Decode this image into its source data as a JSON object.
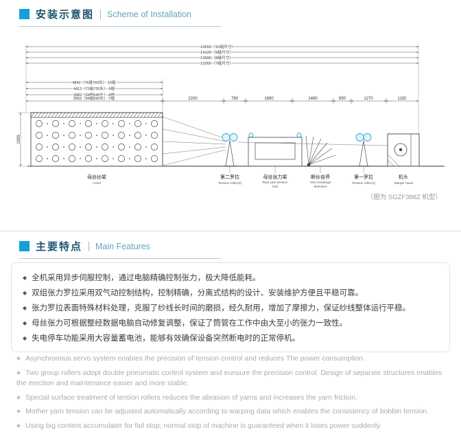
{
  "section_installation": {
    "title_cn": "安装示意图",
    "title_en": "Scheme of Installation"
  },
  "section_features": {
    "title_cn": "主要特点",
    "title_en": "Main Features"
  },
  "bullet": "◆",
  "diagram": {
    "top_dims": [
      "14550（10组尺寸）",
      "14120（9组尺寸）",
      "13690（8组尺寸）",
      "13260（7组尺寸）"
    ],
    "creel_dims": [
      "4842（76组760头）-10组",
      "4412（72组720头）-9组",
      "3982（64组640头）-8组",
      "3552（56组560头）-7组"
    ],
    "segment_dims": [
      "2200",
      "780",
      "1680",
      "1480",
      "650",
      "1270",
      "1150"
    ],
    "height_dim": "1995",
    "labels": [
      {
        "cn": "母丝纱架",
        "en1": "Creel",
        "en2": ""
      },
      {
        "cn": "第二罗拉",
        "en1": "Tension roller(2)",
        "en2": ""
      },
      {
        "cn": "母丝张力架",
        "en1": "Raw yarn tension",
        "en2": "rack"
      },
      {
        "cn": "断纱自停",
        "en1": "Yarn breakage",
        "en2": "detection"
      },
      {
        "cn": "第一罗拉",
        "en1": "Tension roller(1)",
        "en2": ""
      },
      {
        "cn": "机头",
        "en1": "Warper head",
        "en2": ""
      }
    ],
    "note": "（图为 SGZF388Z 机型）"
  },
  "features_cn": [
    "全机采用异步伺服控制，通过电脑精确控制张力，极大降低能耗。",
    "双组张力罗拉采用双气动控制结构，控制精确，分离式结构的设计、安装维护方便且平稳可靠。",
    "张力罗拉表面特殊材料处理，克服了纱线长时间的磨损，经久耐用，增加了摩擦力，保证纱线整体运行平稳。",
    "母丝张力可根据整经数据电脑自动修复调整，保证了筒管在工作中由大至小的张力一致性。",
    "失电停车功能采用大容量蓄电池，能够有效确保设备突然断电时的正常停机。"
  ],
  "features_en": [
    "Asynchronous servo system enables the precision of tension control and reduces The power consumption.",
    "Two group rollers adopt double pneumatic control system and eunsure the precision control. Design of separate structures enables the erection and maintenance easier and more stable.",
    "Special surface treatment of tention rollers reduces the abrasion of yarns and increases the yarn friction.",
    "Mother yarn tension can be adjusted automatically according to warping data which enables the consistency of bobbin tension.",
    "Using big content accumulater for fail stop, normal stop of machine is guaranteed when it loses power suddenly."
  ]
}
